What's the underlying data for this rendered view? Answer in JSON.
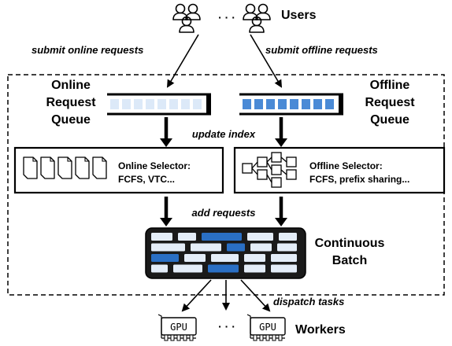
{
  "users": {
    "label": "Users",
    "ellipsis": "· · ·"
  },
  "arrows": {
    "submit_online": "submit online requests",
    "submit_offline": "submit offline requests",
    "update_index": "update index",
    "add_requests": "add requests",
    "dispatch_tasks": "dispatch tasks"
  },
  "online_queue": {
    "line1": "Online",
    "line2": "Request",
    "line3": "Queue"
  },
  "offline_queue": {
    "line1": "Offline",
    "line2": "Request",
    "line3": "Queue"
  },
  "online_selector": {
    "line1": "Online Selector:",
    "line2": "FCFS, VTC..."
  },
  "offline_selector": {
    "line1": "Offline Selector:",
    "line2": "FCFS, prefix sharing..."
  },
  "batch": {
    "line1": "Continuous",
    "line2": "Batch"
  },
  "workers": {
    "label": "Workers",
    "gpu_label": "GPU",
    "ellipsis": "· · ·"
  },
  "colors": {
    "light_blue": "#dce9f8",
    "mid_blue": "#4a8ad6",
    "dark_blue": "#2a6fc4",
    "pale_blue": "#e4edf8",
    "outline": "#000000"
  }
}
